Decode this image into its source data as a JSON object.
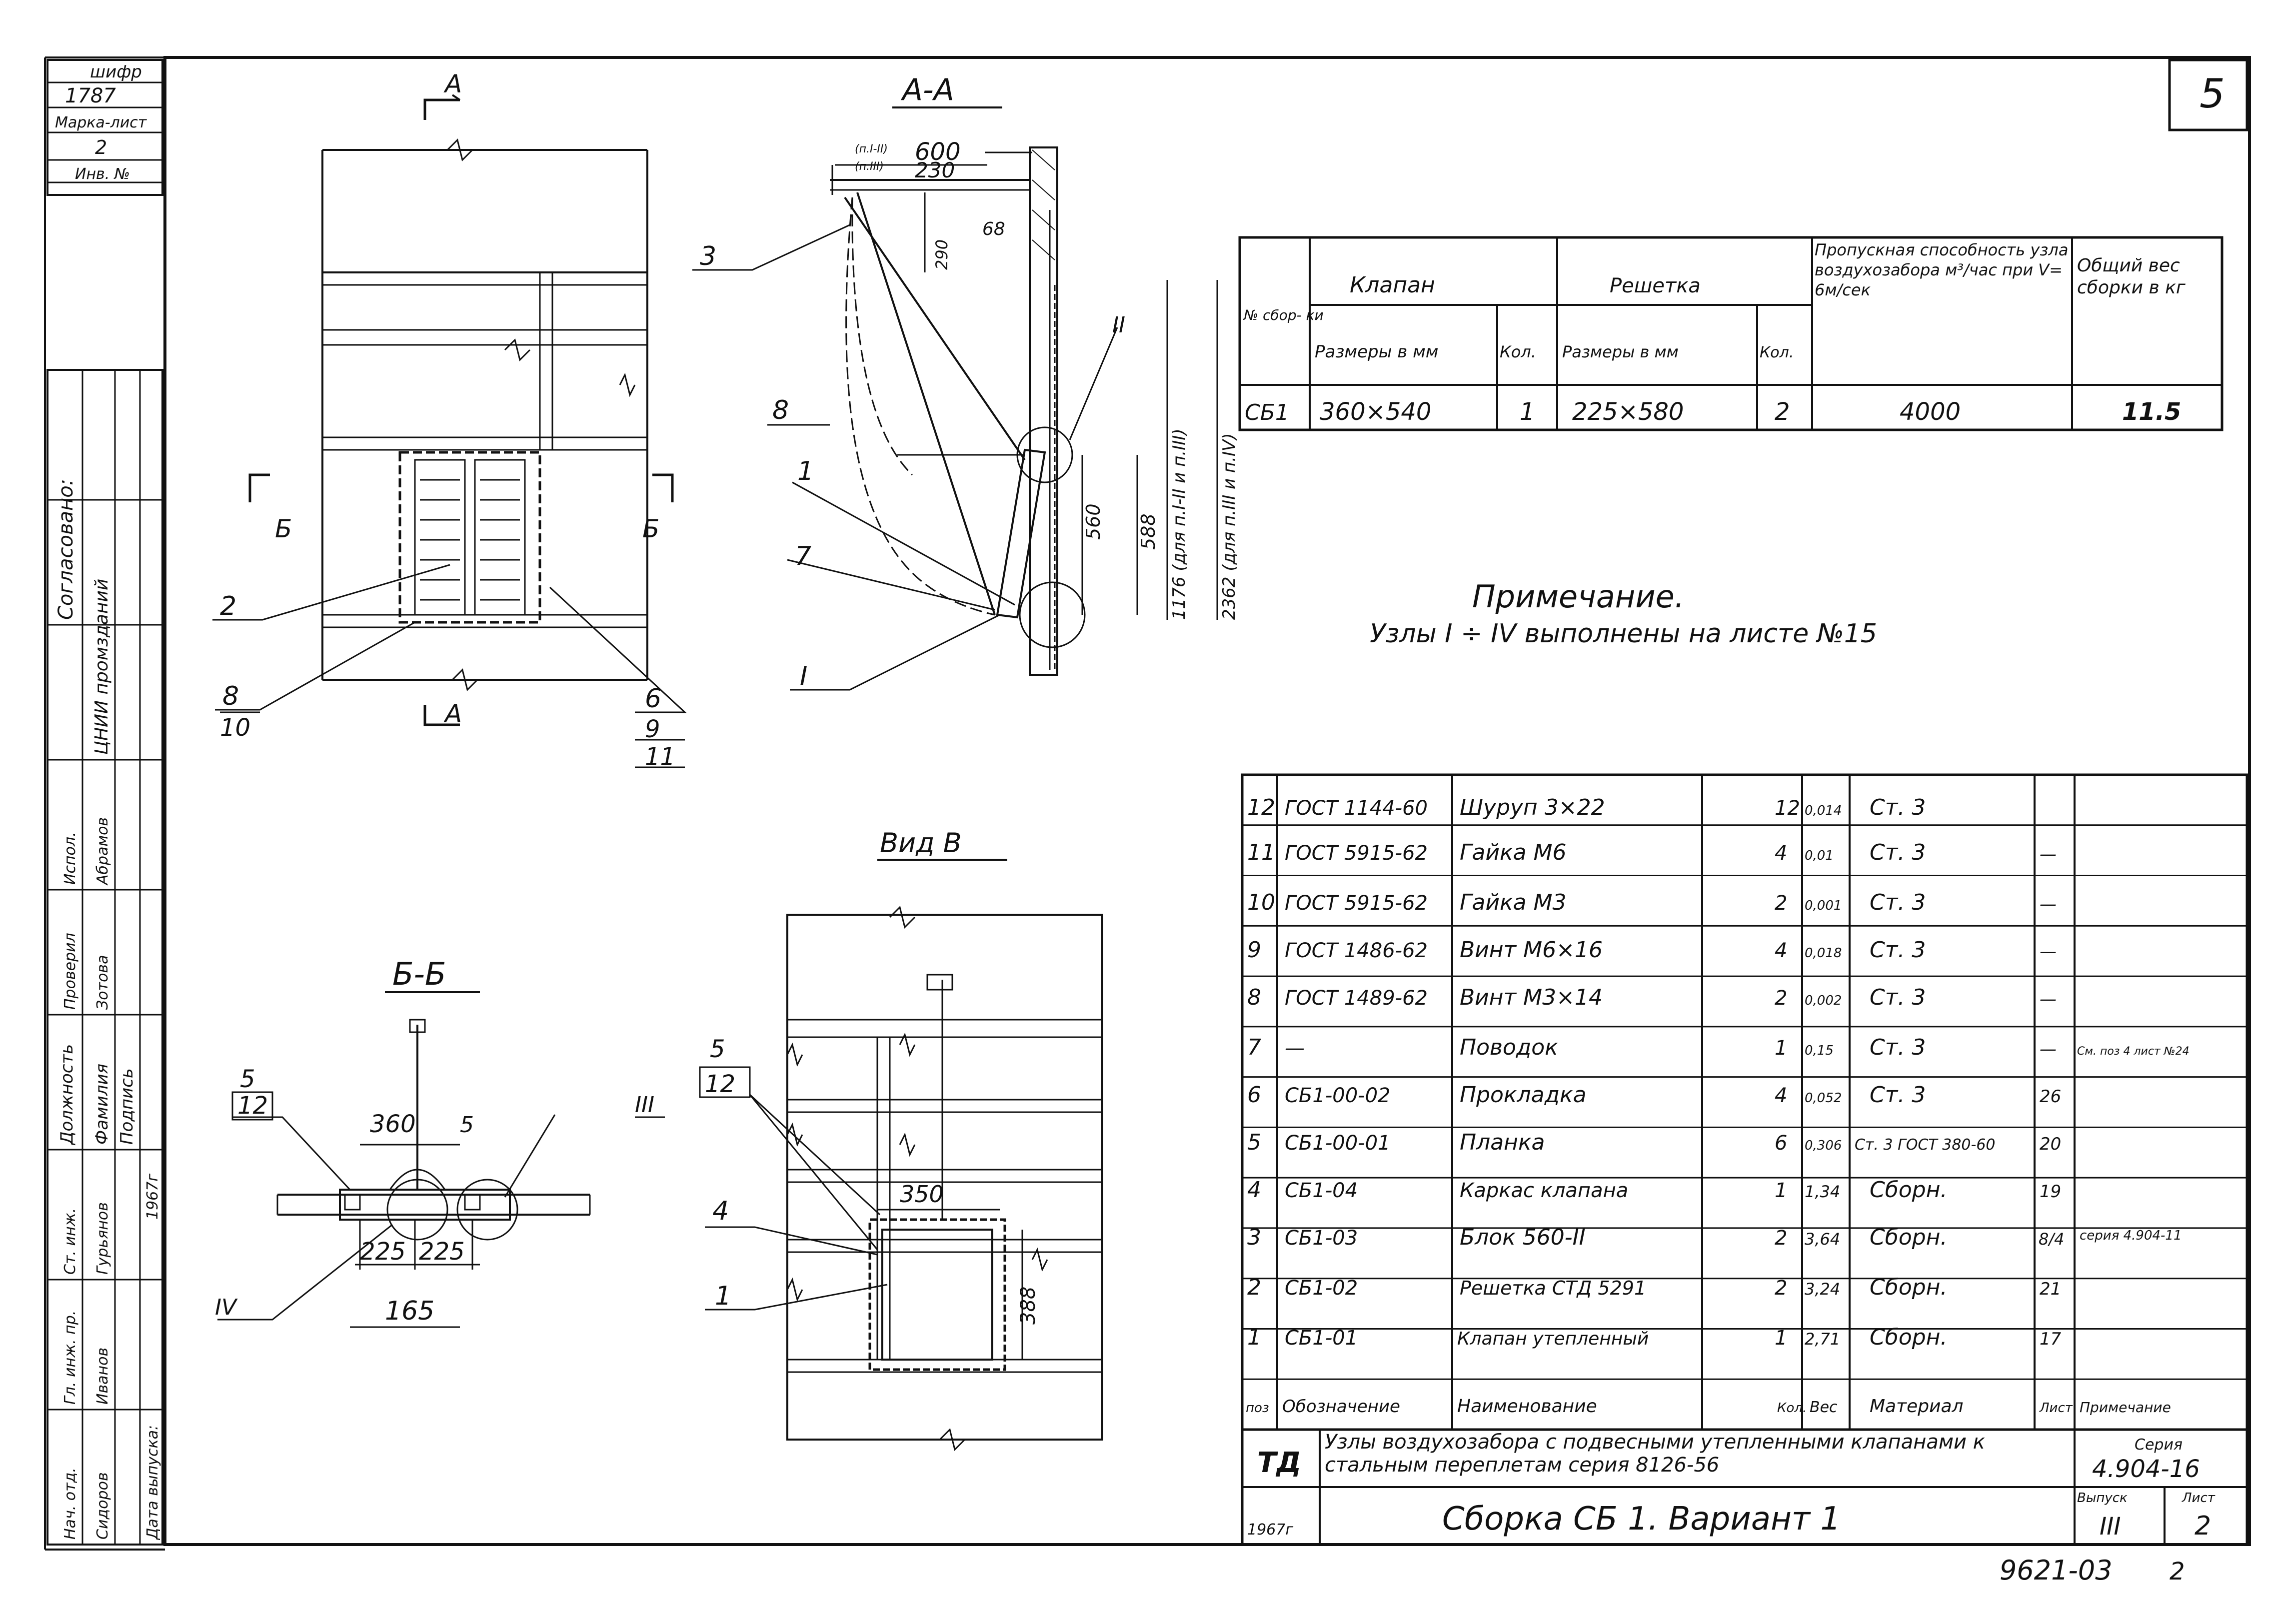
{
  "sheet_number": "5",
  "stamp_top": {
    "line1": "шифр",
    "line2": "1787",
    "line3": "Марка-лист",
    "line4": "2",
    "line5": "Инв. №"
  },
  "approval_block": {
    "heading": "Согласовано:",
    "org1": "ЦНИИ промзданий",
    "columns": [
      "Должность",
      "Фамилия",
      "Подпись"
    ],
    "rows": [
      [
        "Нач. отд.",
        "Сидоров",
        ""
      ],
      [
        "Гл. инж. пр.",
        "Иванов",
        ""
      ],
      [
        "Ст. инж.",
        "Гурьянов",
        ""
      ],
      [
        "Проверил",
        "Зотова",
        ""
      ],
      [
        "Испол.",
        "Абрамов",
        ""
      ]
    ],
    "edition_label": "Дата выпуска:",
    "year": "1967г"
  },
  "views": {
    "section_aa": "А-А",
    "section_bb": "Б-Б",
    "view_v": "Вид В",
    "cut_a": "А",
    "cut_b": "Б"
  },
  "dimensions": {
    "aa_top_600": "600",
    "aa_top_note1": "(п.I-II)",
    "aa_top_note2": "(п.III)",
    "aa_top_230": "230",
    "aa_290": "290",
    "aa_68": "68",
    "aa_560": "560",
    "aa_588": "588",
    "aa_1176": "1176 (для п.I-II и п.III)",
    "aa_2362": "2362 (для п.III и п.IV)",
    "bb_360": "360",
    "bb_5": "5",
    "bb_225a": "225",
    "bb_225b": "225",
    "bb_165": "165",
    "v_350": "350",
    "v_388": "388"
  },
  "leaders": {
    "aa": [
      "3",
      "8",
      "1",
      "7",
      "I",
      "II"
    ],
    "plan": [
      "2",
      "8",
      "10",
      "6",
      "9",
      "11"
    ],
    "bb": [
      "5",
      "12",
      "III",
      "IV"
    ],
    "v": [
      "5",
      "12",
      "4",
      "1"
    ]
  },
  "summary_table": {
    "headers": {
      "num": "№ сбор- ки",
      "valve": "Клапан",
      "grille": "Решетка",
      "sizes": "Размеры в мм",
      "qty": "Кол.",
      "capacity": "Пропускная способность узла воздухозабора м³/час при V= 6м/сек",
      "weight": "Общий вес сборки в кг"
    },
    "row": {
      "num": "СБ1",
      "valve_size": "360×540",
      "valve_qty": "1",
      "grille_size": "225×580",
      "grille_qty": "2",
      "capacity": "4000",
      "weight": "11.5"
    }
  },
  "note": {
    "title": "Примечание.",
    "text": "Узлы I ÷ IV выполнены на листе №15"
  },
  "spec_table": {
    "headers": [
      "поз",
      "Обозначение",
      "Наименование",
      "Кол.",
      "Вес",
      "Материал",
      "Лист",
      "Примечание"
    ],
    "rows": [
      [
        "12",
        "ГОСТ 1144-60",
        "Шуруп 3×22",
        "12",
        "0,014",
        "Ст. 3",
        "",
        ""
      ],
      [
        "11",
        "ГОСТ 5915-62",
        "Гайка М6",
        "4",
        "0,01",
        "Ст. 3",
        "—",
        ""
      ],
      [
        "10",
        "ГОСТ 5915-62",
        "Гайка М3",
        "2",
        "0,001",
        "Ст. 3",
        "—",
        ""
      ],
      [
        "9",
        "ГОСТ 1486-62",
        "Винт М6×16",
        "4",
        "0,018",
        "Ст. 3",
        "—",
        ""
      ],
      [
        "8",
        "ГОСТ 1489-62",
        "Винт М3×14",
        "2",
        "0,002",
        "Ст. 3",
        "—",
        ""
      ],
      [
        "7",
        "—",
        "Поводок",
        "1",
        "0,15",
        "Ст. 3",
        "—",
        "См. поз 4 лист №24"
      ],
      [
        "6",
        "СБ1-00-02",
        "Прокладка",
        "4",
        "0,052",
        "Ст. 3",
        "26",
        ""
      ],
      [
        "5",
        "СБ1-00-01",
        "Планка",
        "6",
        "0,306",
        "Ст. 3 ГОСТ 380-60",
        "20",
        ""
      ],
      [
        "4",
        "СБ1-04",
        "Каркас клапана",
        "1",
        "1,34",
        "Сборн.",
        "19",
        ""
      ],
      [
        "3",
        "СБ1-03",
        "Блок 560-II",
        "2",
        "3,64",
        "Сборн.",
        "8/4",
        "серия 4.904-11"
      ],
      [
        "2",
        "СБ1-02",
        "Решетка СТД 5291",
        "2",
        "3,24",
        "Сборн.",
        "21",
        ""
      ],
      [
        "1",
        "СБ1-01",
        "Клапан утепленный",
        "1",
        "2,71",
        "Сборн.",
        "17",
        ""
      ]
    ]
  },
  "title_block": {
    "td": "ТД",
    "year": "1967г",
    "description": "Узлы воздухозабора с подвесными утепленными клапанами к стальным переплетам серия 8126-56",
    "title": "Сборка СБ 1. Вариант 1",
    "series_label": "Серия",
    "series": "4.904-16",
    "issue_label": "Выпуск",
    "issue": "III",
    "sheet_label": "Лист",
    "sheet": "2"
  },
  "bottom_code": "9621-03",
  "bottom_sheet": "2"
}
